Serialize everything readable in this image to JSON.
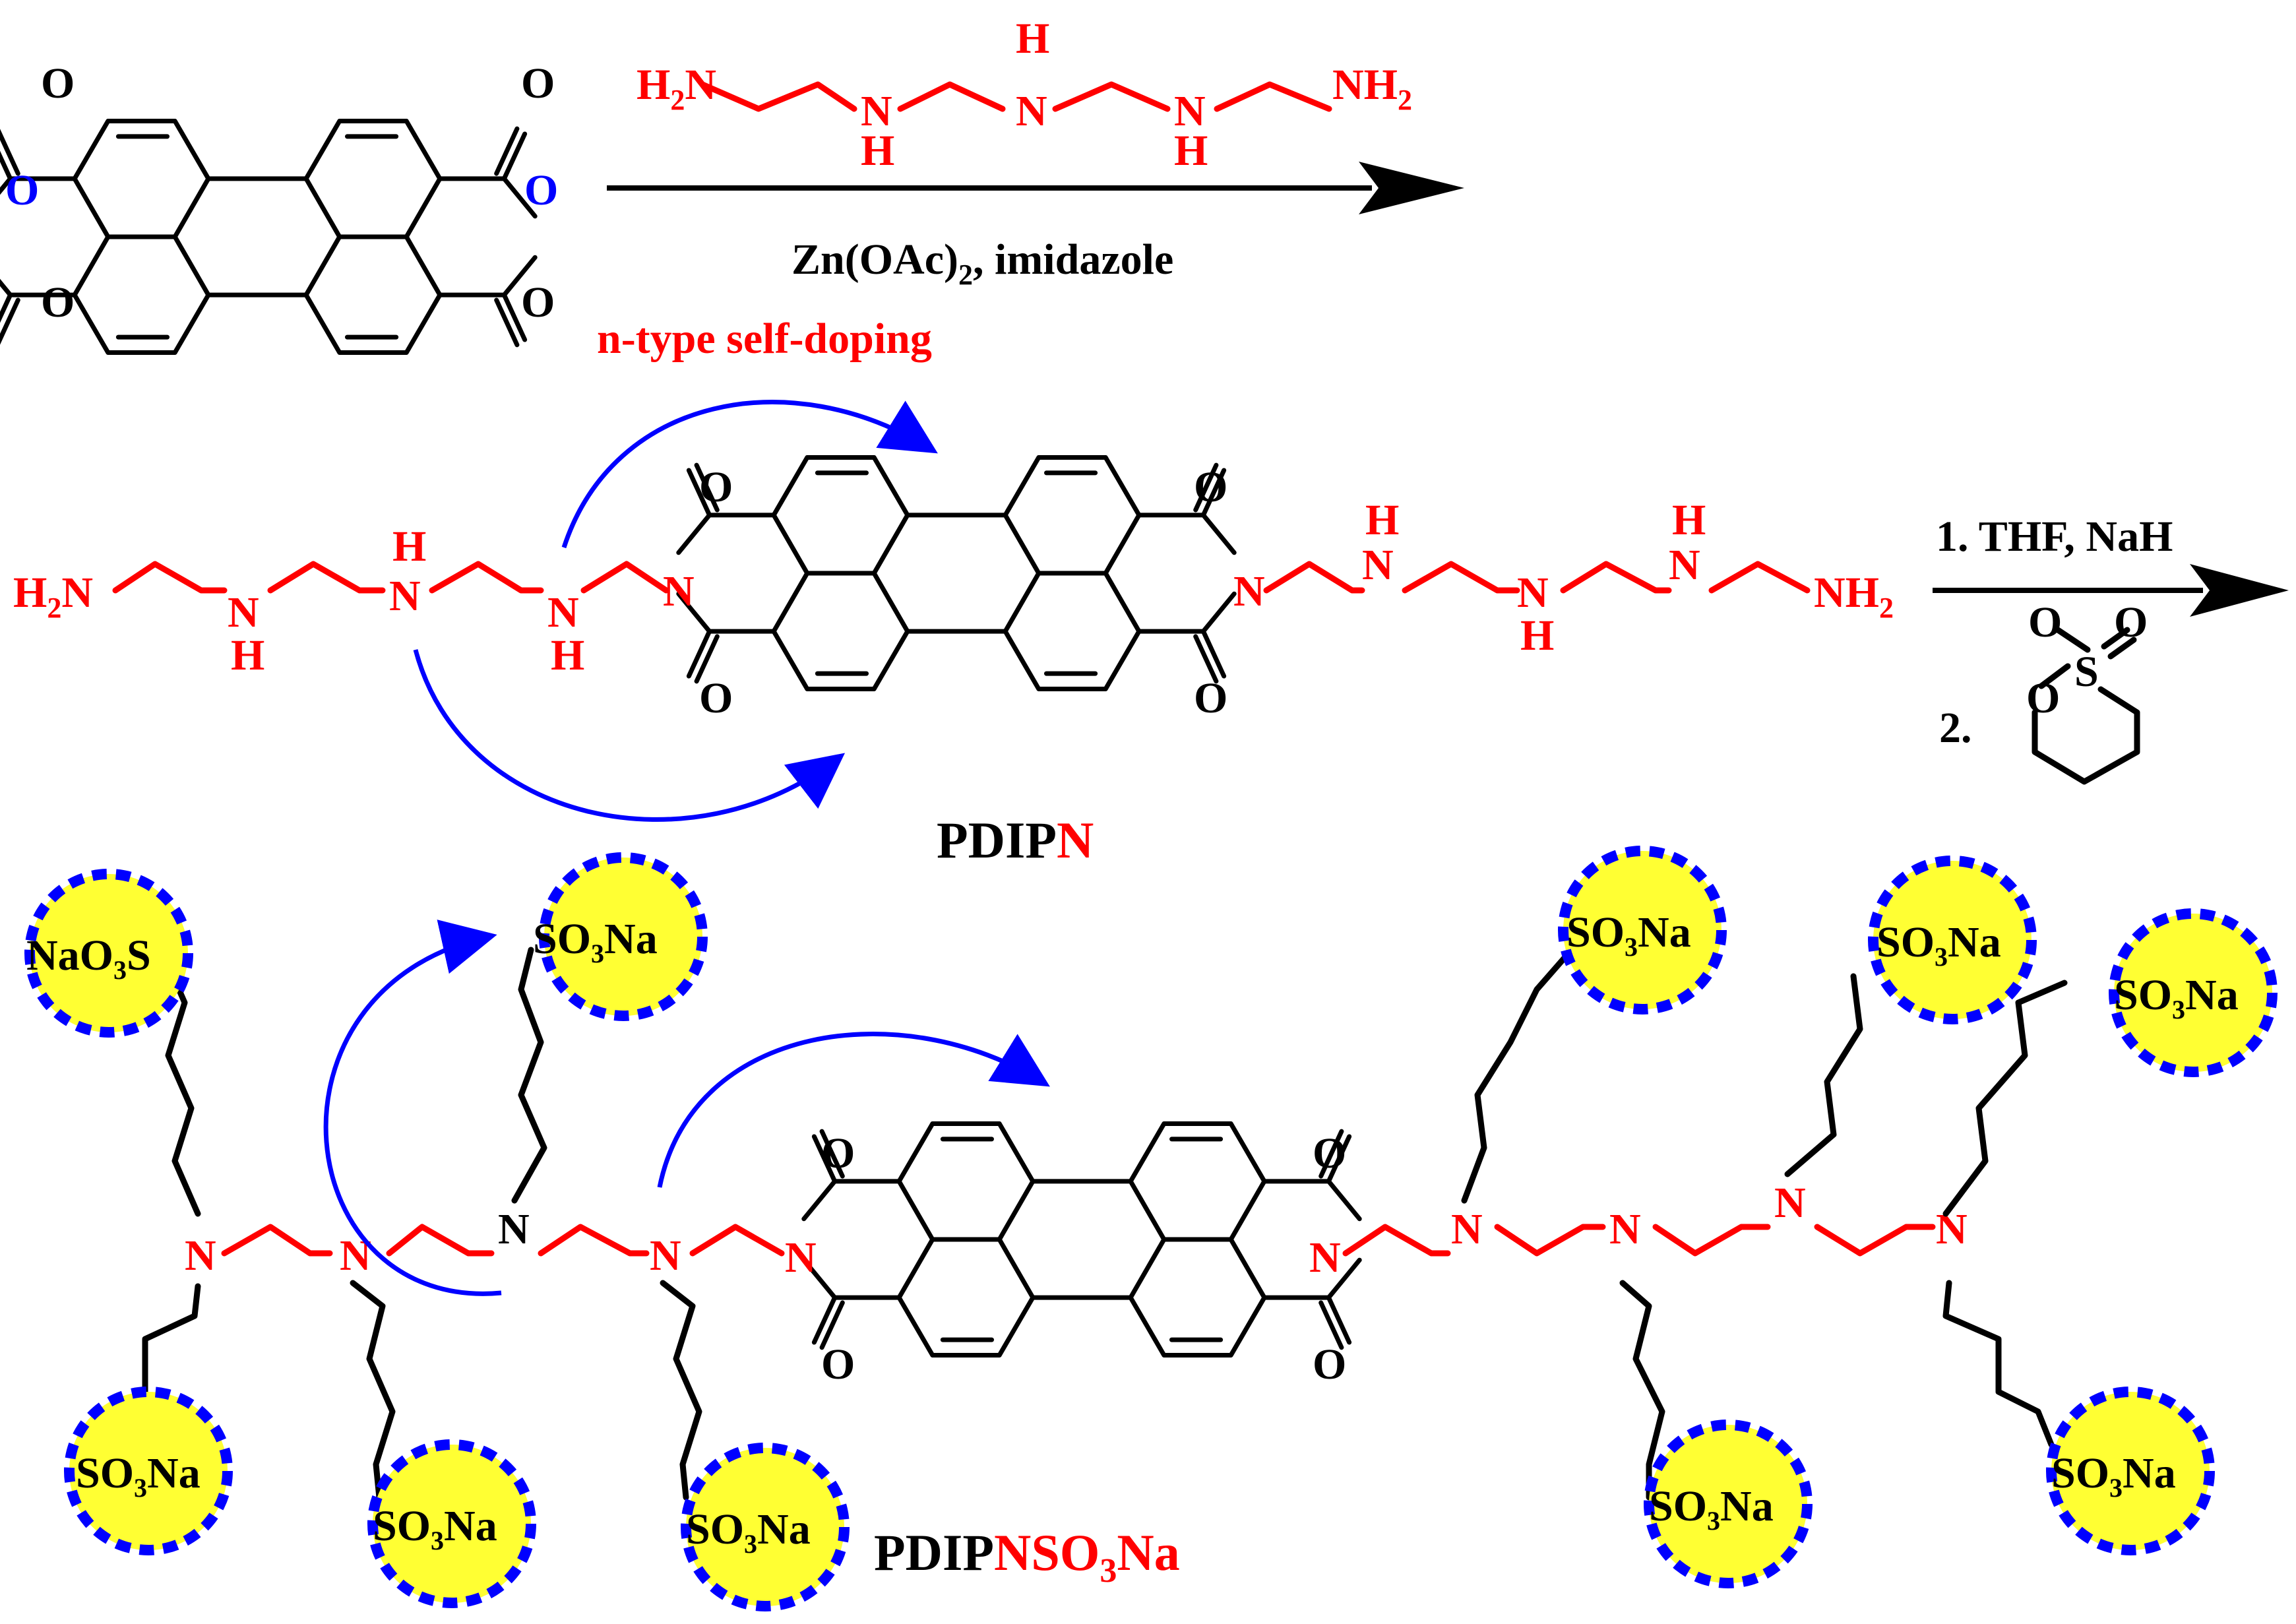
{
  "reagents": {
    "step1_condition": "Zn(OAc)",
    "step1_condition_sub": "2",
    "step1_condition_tail": ", imidazole",
    "step2_line1": "1. THF, NaH",
    "step2_line2": "2."
  },
  "annotations": {
    "self_doping": "n-type self-doping"
  },
  "compounds": {
    "pdipn_black": "PDIP",
    "pdipn_red": "N",
    "sulfo_black": "PDIP",
    "sulfo_red_a": "NSO",
    "sulfo_red_sub": "3",
    "sulfo_red_b": "Na"
  },
  "atoms": {
    "O": "O",
    "N": "N",
    "H": "H",
    "S": "S",
    "NH2_N": "NH",
    "NH2_sub": "2",
    "H2N_H": "H",
    "H2N_sub": "2",
    "H2N_N": "N"
  },
  "balls": {
    "label_a": "SO",
    "label_sub": "3",
    "label_b": "Na",
    "label_left_a": "NaO",
    "label_left_sub": "3",
    "label_left_b": "S"
  },
  "colors": {
    "chain": "#ff0000",
    "arrow": "#0000ff",
    "ball_fill": "#ffff33",
    "ball_stroke": "#0000ff",
    "core": "#000000"
  }
}
